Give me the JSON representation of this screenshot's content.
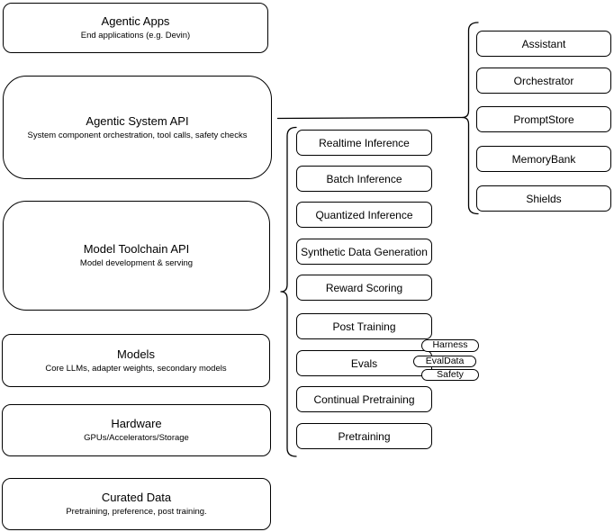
{
  "canvas": {
    "background": "#ffffff",
    "stroke_color": "#000000",
    "text_color": "#000000"
  },
  "stack": [
    {
      "title": "Agentic Apps",
      "subtitle": "End applications (e.g. Devin)"
    },
    {
      "title": "Agentic System API",
      "subtitle": "System component orchestration, tool calls, safety checks"
    },
    {
      "title": "Model Toolchain API",
      "subtitle": "Model development & serving"
    },
    {
      "title": "Models",
      "subtitle": "Core LLMs, adapter weights, secondary models"
    },
    {
      "title": "Hardware",
      "subtitle": "GPUs/Accelerators/Storage"
    },
    {
      "title": "Curated Data",
      "subtitle": "Pretraining, preference, post training."
    }
  ],
  "toolchain_items": [
    "Realtime Inference",
    "Batch Inference",
    "Quantized Inference",
    "Synthetic Data Generation",
    "Reward Scoring",
    "Post Training",
    "Evals",
    "Continual Pretraining",
    "Pretraining"
  ],
  "eval_tags": [
    "Harness",
    "EvalData",
    "Safety"
  ],
  "system_components": [
    "Assistant",
    "Orchestrator",
    "PromptStore",
    "MemoryBank",
    "Shields"
  ]
}
